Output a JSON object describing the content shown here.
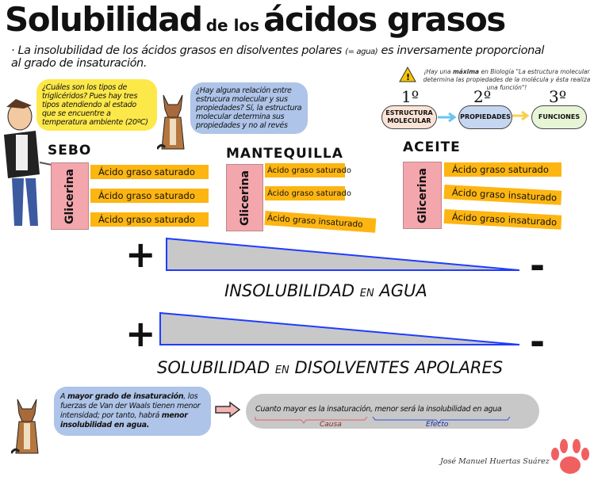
{
  "title": {
    "part1": "Solubilidad",
    "part2": "de los",
    "part3": "ácidos grasos"
  },
  "intro": {
    "bullet": "·",
    "text1": "La insolubilidad de los ácidos grasos en disolventes polares",
    "aside": "(= agua)",
    "text2": "es inversamente proporcional",
    "line2": "al grado de insaturación."
  },
  "bubble_yellow": "¿Cuáles son los tipos de triglicéridos? Pues hay tres tipos atendiendo al estado que se encuentre a temperatura ambiente (20ºC)",
  "bubble_blue": "¿Hay alguna relación entre estrucura molecular y sus propiedades? Sí, la estructura molecular determina sus propiedades y no al revés",
  "maxim": {
    "pre": "¡Hay una",
    "bold": "máxima",
    "post": "en Biología \"La estructura molecular determina las propiedades de la molécula y ésta realiza una función\"!"
  },
  "steps": [
    {
      "num": "1º",
      "label": "ESTRUCTURA MOLECULAR",
      "color": "#fbe3d6"
    },
    {
      "num": "2º",
      "label": "PROPIEDADES",
      "color": "#c5d6f0"
    },
    {
      "num": "3º",
      "label": "FUNCIONES",
      "color": "#e7f5d6"
    }
  ],
  "groups": [
    {
      "name": "SEBO",
      "glycerol": "Glicerina",
      "acids": [
        "Ácido graso saturado",
        "Ácido graso saturado",
        "Ácido graso saturado"
      ]
    },
    {
      "name": "MANTEQUILLA",
      "glycerol": "Glicerina",
      "acids": [
        "Ácido graso saturado",
        "Ácido graso saturado",
        "Ácido graso  insaturado"
      ]
    },
    {
      "name": "ACEITE",
      "glycerol": "Glicerina",
      "acids": [
        "Ácido graso saturado",
        "Ácido graso  insaturado",
        "Ácido graso  insaturado"
      ]
    }
  ],
  "scale1": {
    "plus": "+",
    "minus": "-",
    "label1": "INSOLUBILIDAD",
    "label_en": "EN",
    "label2": "AGUA"
  },
  "scale2": {
    "plus": "+",
    "minus": "-",
    "label1": "SOLUBILIDAD",
    "label_en": "EN",
    "label2": "DISOLVENTES APOLARES"
  },
  "bottom_bubble": {
    "a": "A",
    "b1": "mayor grado de insaturación",
    "t1": ", los fuerzas de Van der Waals tienen menor intensidad; por tanto, habrá",
    "b2": "menor insolubilidad en agua."
  },
  "conclusion": {
    "text1": "Cuanto mayor es la insaturación,",
    "text2": "menor será la insolubilidad en agua",
    "cause": "Causa",
    "effect": "Efecto"
  },
  "signature": "José Manuel Huertas Suárez",
  "colors": {
    "acid": "#fdb511",
    "glycerol": "#f4a6ad",
    "yellow_bubble": "#fde84a",
    "blue_bubble": "#aec4e8",
    "triangle_fill": "#c8c8c8",
    "triangle_stroke": "#1f3cff",
    "cause": "#8b2a2a",
    "effect": "#1a2a99"
  }
}
